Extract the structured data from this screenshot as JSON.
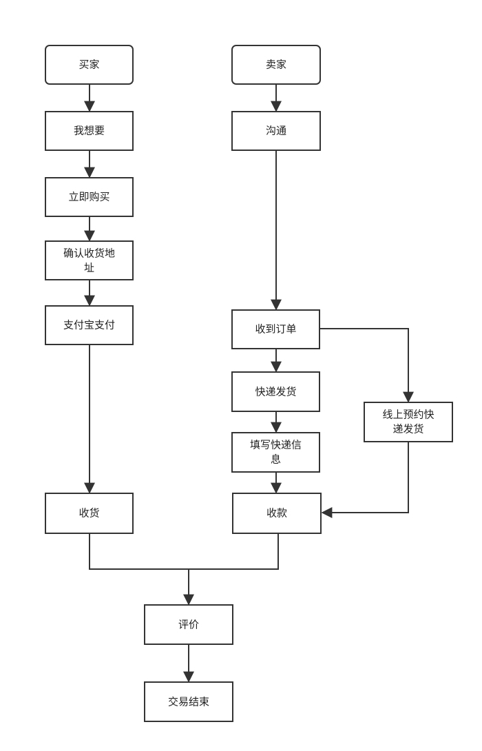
{
  "nodes": {
    "buyer": {
      "label": "买家"
    },
    "want": {
      "label": "我想要"
    },
    "buy_now": {
      "label": "立即购买"
    },
    "confirm_address": {
      "lines": [
        "确认收货地",
        "址"
      ]
    },
    "alipay": {
      "label": "支付宝支付"
    },
    "receive_goods": {
      "label": "收货"
    },
    "seller": {
      "label": "卖家"
    },
    "communicate": {
      "label": "沟通"
    },
    "order_received": {
      "label": "收到订单"
    },
    "express_ship": {
      "label": "快递发货"
    },
    "fill_tracking": {
      "lines": [
        "填写快递信",
        "息"
      ]
    },
    "online_booking": {
      "lines": [
        "线上预约快",
        "递发货"
      ]
    },
    "receive_payment": {
      "label": "收款"
    },
    "review": {
      "label": "评价"
    },
    "done": {
      "label": "交易结束"
    }
  }
}
